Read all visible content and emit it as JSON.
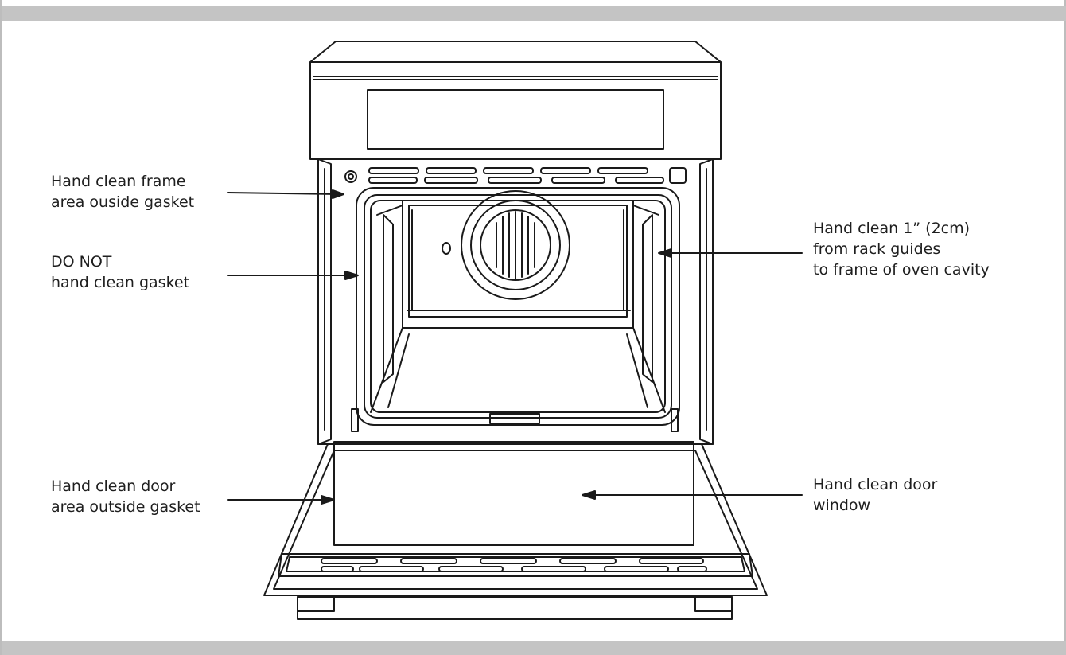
{
  "colors": {
    "band": "#c4c4c4",
    "line": "#1a1a1a",
    "text": "#1e1e1e"
  },
  "callouts": {
    "frame": [
      "Hand clean frame",
      "area ouside gasket"
    ],
    "gasket": [
      "DO NOT",
      "hand clean gasket"
    ],
    "rack_guides": [
      "Hand clean 1” (2cm)",
      "from rack guides",
      "to frame of oven cavity"
    ],
    "door_area": [
      "Hand clean door",
      "area outside gasket"
    ],
    "door_window": [
      "Hand clean door",
      "window"
    ]
  }
}
